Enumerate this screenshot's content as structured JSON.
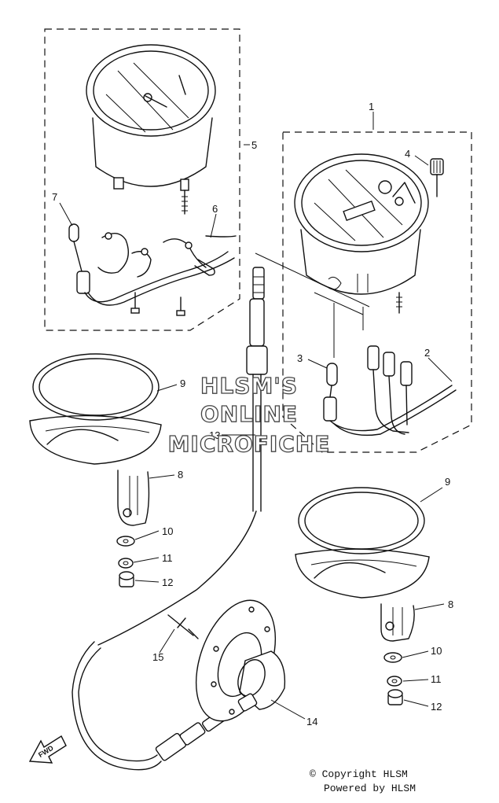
{
  "callouts": {
    "c1": "1",
    "c2": "2",
    "c3": "3",
    "c4": "4",
    "c5": "5",
    "c6": "6",
    "c7": "7",
    "c8a": "8",
    "c8b": "8",
    "c9a": "9",
    "c9b": "9",
    "c10a": "10",
    "c10b": "10",
    "c11a": "11",
    "c11b": "11",
    "c12a": "12",
    "c12b": "12",
    "c13": "13",
    "c14": "14",
    "c15": "15"
  },
  "direction_label": "FWD",
  "watermark": {
    "line1": "HLSM'S",
    "line2": "ONLINE",
    "line3": "MICROFICHE"
  },
  "copyright": {
    "line1": "© Copyright HLSM",
    "line2": "Powered by HLSM"
  }
}
